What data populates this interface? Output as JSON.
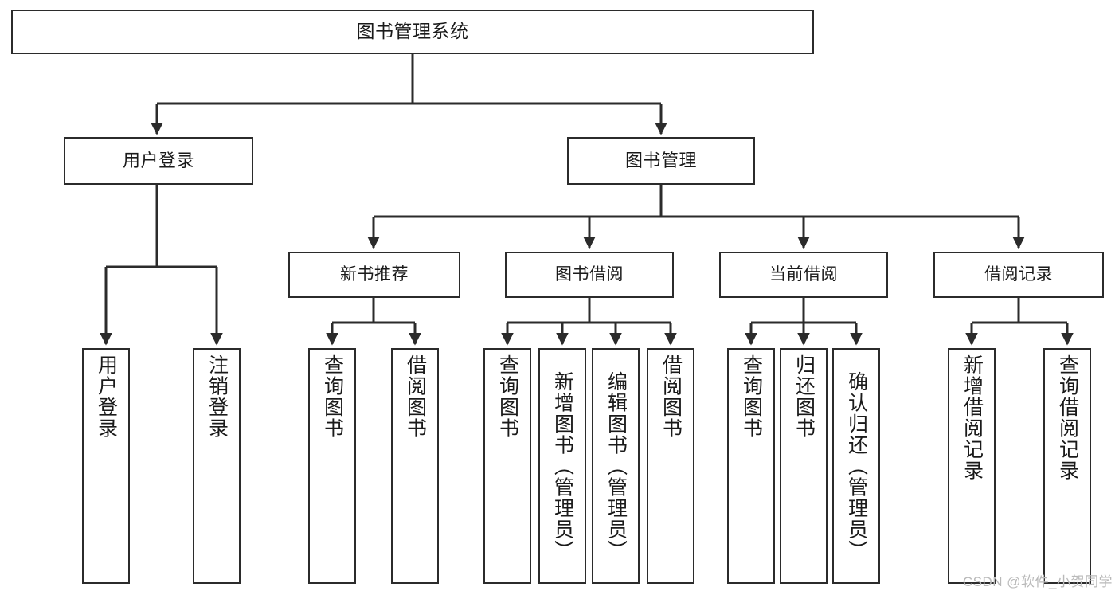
{
  "diagram": {
    "title": "图书管理系统",
    "type": "hierarchy-tree",
    "watermark": "CSDN @软件_小贺同学",
    "colors": {
      "background": "#ffffff",
      "box_border": "#2b2b2b",
      "box_fill": "#ffffff",
      "edge": "#2b2b2b",
      "text": "#1a1a1a",
      "watermark": "#b9b9b9"
    },
    "nodes": {
      "root": {
        "id": "root",
        "label": "图书管理系统",
        "level": 1
      },
      "level2": [
        {
          "id": "user-login",
          "label": "用户登录",
          "level": 2
        },
        {
          "id": "book-manage",
          "label": "图书管理",
          "level": 2
        }
      ],
      "level3": [
        {
          "id": "new-book-rec",
          "label": "新书推荐",
          "level": 3,
          "parent": "book-manage"
        },
        {
          "id": "book-borrow",
          "label": "图书借阅",
          "level": 3,
          "parent": "book-manage"
        },
        {
          "id": "current-borrow",
          "label": "当前借阅",
          "level": 3,
          "parent": "book-manage"
        },
        {
          "id": "borrow-record",
          "label": "借阅记录",
          "level": 3,
          "parent": "book-manage"
        }
      ],
      "leaves": [
        {
          "id": "leaf-user-login",
          "label": "用户登录",
          "parent": "user-login"
        },
        {
          "id": "leaf-logout",
          "label": "注销登录",
          "parent": "user-login"
        },
        {
          "id": "leaf-query-book-1",
          "label": "查询图书",
          "parent": "new-book-rec"
        },
        {
          "id": "leaf-borrow-book-1",
          "label": "借阅图书",
          "parent": "new-book-rec"
        },
        {
          "id": "leaf-query-book-2",
          "label": "查询图书",
          "parent": "book-borrow"
        },
        {
          "id": "leaf-add-book",
          "label": "新增图书（管理员）",
          "parent": "book-borrow"
        },
        {
          "id": "leaf-edit-book",
          "label": "编辑图书（管理员）",
          "parent": "book-borrow"
        },
        {
          "id": "leaf-borrow-book-2",
          "label": "借阅图书",
          "parent": "book-borrow"
        },
        {
          "id": "leaf-query-book-3",
          "label": "查询图书",
          "parent": "current-borrow"
        },
        {
          "id": "leaf-return-book",
          "label": "归还图书",
          "parent": "current-borrow"
        },
        {
          "id": "leaf-confirm-return",
          "label": "确认归还（管理员）",
          "parent": "current-borrow"
        },
        {
          "id": "leaf-add-record",
          "label": "新增借阅记录",
          "parent": "borrow-record"
        },
        {
          "id": "leaf-query-record",
          "label": "查询借阅记录",
          "parent": "borrow-record"
        }
      ]
    }
  }
}
